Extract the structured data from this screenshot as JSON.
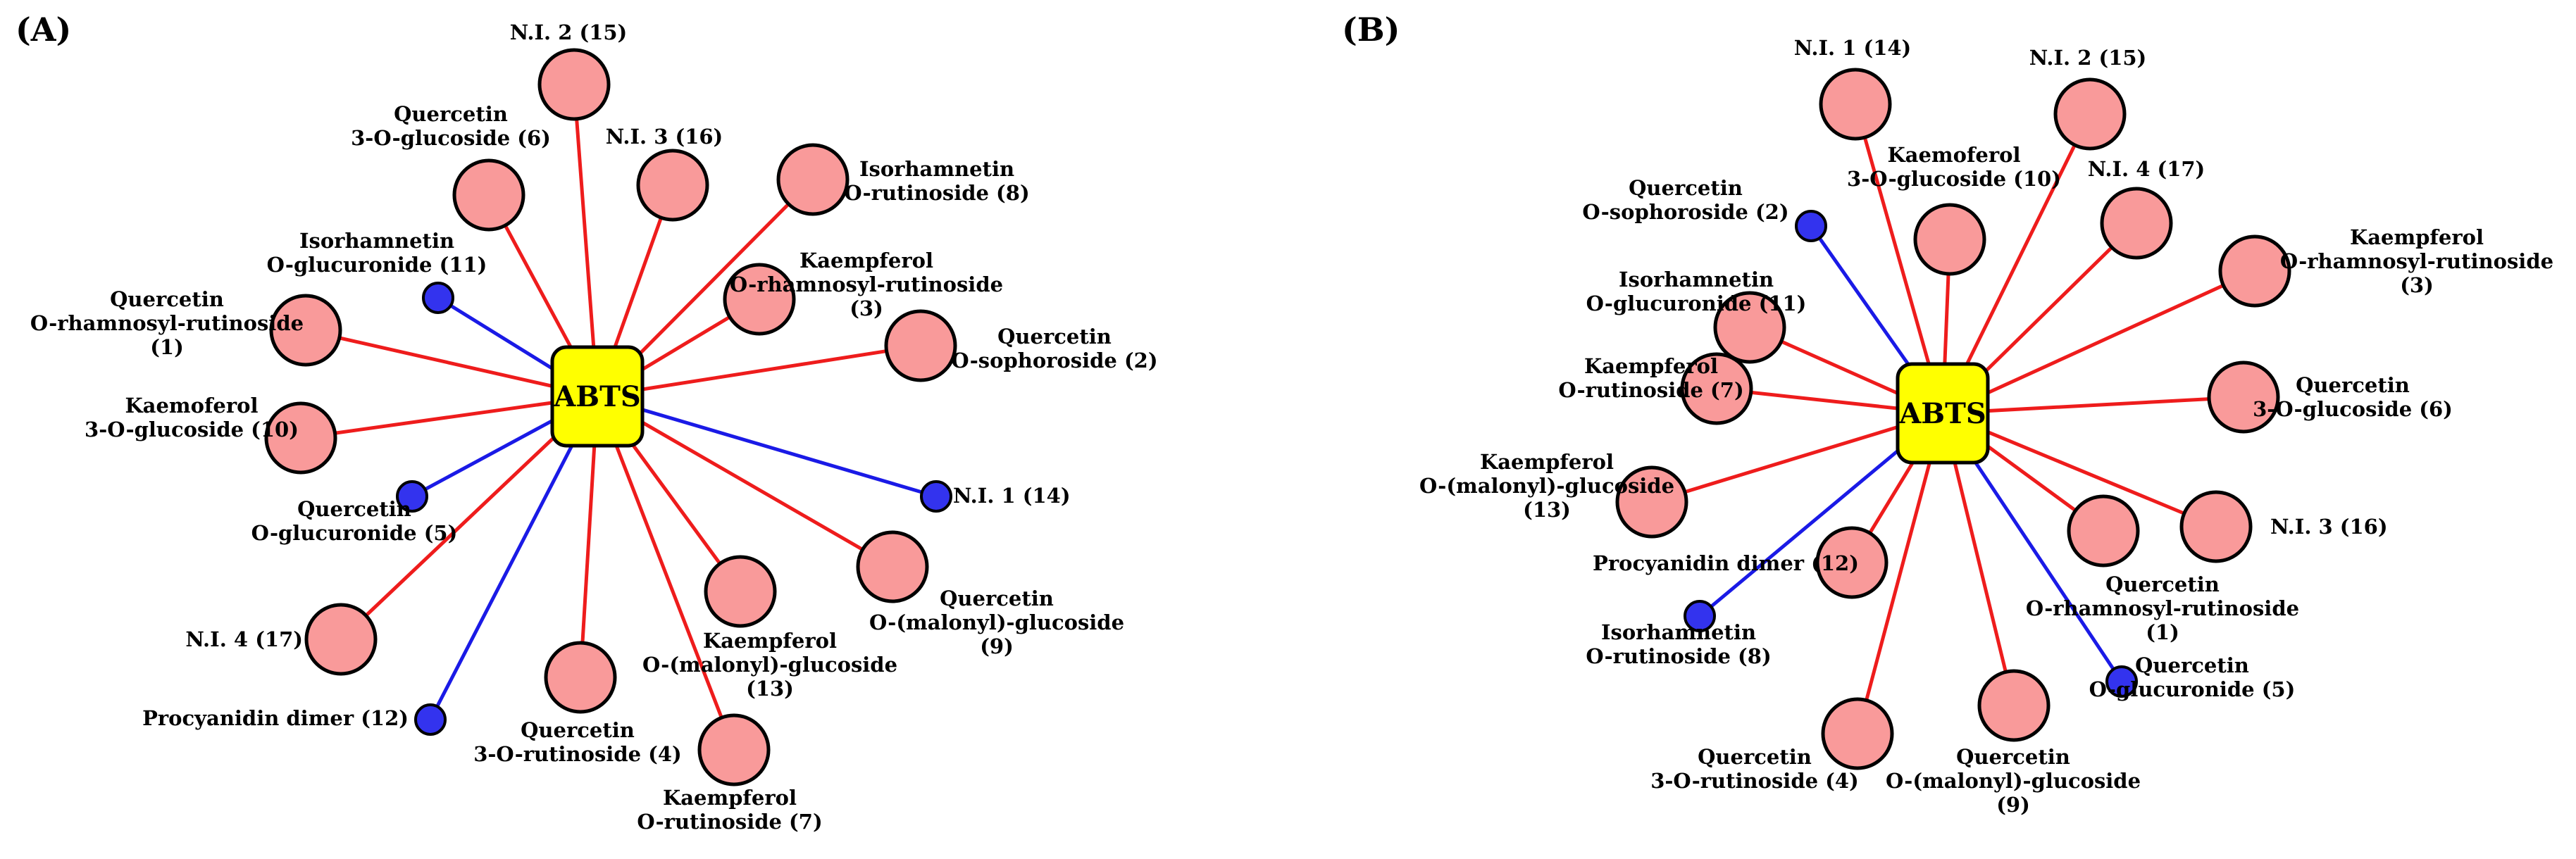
{
  "colors": {
    "positive_edge": "#ee1c1c",
    "negative_edge": "#1a1ae6",
    "large_node_fill": "#f99a9a",
    "small_node_fill": "#3333ee",
    "hub_fill": "#ffff00",
    "outline": "#000000"
  },
  "panels": [
    {
      "label": "(A)",
      "hub": "ABTS",
      "nodes": [
        {
          "label": "N.I. 2 (15)",
          "correlation": "positive"
        },
        {
          "label": "Quercetin\n3-O-glucoside (6)",
          "correlation": "positive"
        },
        {
          "label": "N.I. 3 (16)",
          "correlation": "positive"
        },
        {
          "label": "Isorhamnetin\nO-rutinoside (8)",
          "correlation": "positive"
        },
        {
          "label": "Isorhamnetin\nO-glucuronide (11)",
          "correlation": "negative"
        },
        {
          "label": "Kaempferol\nO-rhamnosyl-rutinoside\n(3)",
          "correlation": "positive"
        },
        {
          "label": "Quercetin\nO-rhamnosyl-rutinoside\n(1)",
          "correlation": "positive"
        },
        {
          "label": "Quercetin\nO-sophoroside (2)",
          "correlation": "positive"
        },
        {
          "label": "Kaemoferol\n3-O-glucoside (10)",
          "correlation": "positive"
        },
        {
          "label": "Quercetin\nO-glucuronide (5)",
          "correlation": "negative"
        },
        {
          "label": "N.I. 1 (14)",
          "correlation": "negative"
        },
        {
          "label": "Quercetin\nO-(malonyl)-glucoside\n(9)",
          "correlation": "positive"
        },
        {
          "label": "Kaempferol\nO-(malonyl)-glucoside\n(13)",
          "correlation": "positive"
        },
        {
          "label": "N.I. 4 (17)",
          "correlation": "positive"
        },
        {
          "label": "Quercetin\n3-O-rutinoside (4)",
          "correlation": "positive"
        },
        {
          "label": "Procyanidin dimer (12)",
          "correlation": "negative"
        },
        {
          "label": "Kaempferol\nO-rutinoside (7)",
          "correlation": "positive"
        }
      ]
    },
    {
      "label": "(B)",
      "hub": "ABTS",
      "nodes": [
        {
          "label": "N.I. 1 (14)",
          "correlation": "positive"
        },
        {
          "label": "N.I. 2 (15)",
          "correlation": "positive"
        },
        {
          "label": "Kaemoferol\n3-O-glucoside (10)",
          "correlation": "positive"
        },
        {
          "label": "Quercetin\nO-sophoroside (2)",
          "correlation": "negative"
        },
        {
          "label": "N.I. 4 (17)",
          "correlation": "positive"
        },
        {
          "label": "Kaempferol\nO-rhamnosyl-rutinoside\n(3)",
          "correlation": "positive"
        },
        {
          "label": "Isorhamnetin\nO-glucuronide (11)",
          "correlation": "positive"
        },
        {
          "label": "Kaempferol\nO-rutinoside (7)",
          "correlation": "positive"
        },
        {
          "label": "Quercetin\n3-O-glucoside (6)",
          "correlation": "positive"
        },
        {
          "label": "Kaempferol\nO-(malonyl)-glucoside\n(13)",
          "correlation": "positive"
        },
        {
          "label": "N.I. 3 (16)",
          "correlation": "positive"
        },
        {
          "label": "Procyanidin dimer (12)",
          "correlation": "positive"
        },
        {
          "label": "Quercetin\nO-rhamnosyl-rutinoside\n(1)",
          "correlation": "positive"
        },
        {
          "label": "Isorhamnetin\nO-rutinoside (8)",
          "correlation": "negative"
        },
        {
          "label": "Quercetin\nO-glucuronide (5)",
          "correlation": "negative"
        },
        {
          "label": "Quercetin\n3-O-rutinoside (4)",
          "correlation": "positive"
        },
        {
          "label": "Quercetin\nO-(malonyl)-glucoside\n(9)",
          "correlation": "positive"
        }
      ]
    }
  ]
}
